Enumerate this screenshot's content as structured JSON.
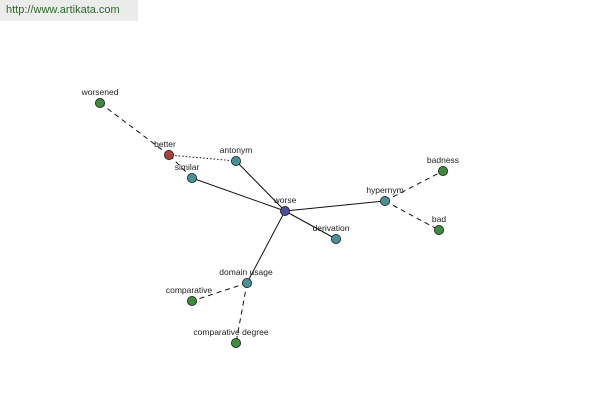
{
  "source_url": "http://www.artikata.com",
  "colors": {
    "center": "#4a4d99",
    "relation": "#4a8f95",
    "word": "#3f8a3f",
    "highlight": "#a8433f"
  },
  "nodes": {
    "worse": "worse",
    "antonym": "antonym",
    "similar": "similar",
    "hypernym": "hypernym",
    "derivation": "derivation",
    "domain_usage": "domain usage",
    "better": "better",
    "worsened": "worsened",
    "badness": "badness",
    "bad": "bad",
    "comparative": "comparative",
    "comparative_degree": "comparative degree"
  }
}
